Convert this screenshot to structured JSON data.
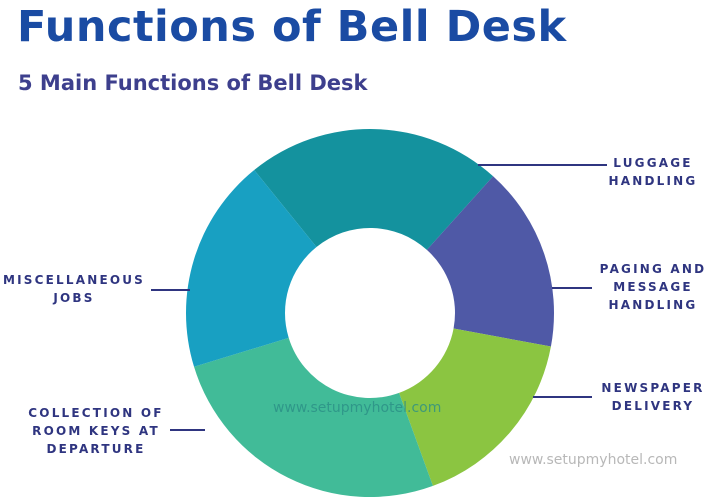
{
  "header": {
    "title": "Functions of Bell Desk",
    "subtitle": "5 Main Functions of Bell Desk"
  },
  "diagram": {
    "type": "donut",
    "segments": [
      {
        "id": "luggage",
        "lines": [
          "LUGGAGE",
          "HANDLING"
        ],
        "start_deg": 321,
        "end_deg": 402,
        "color": "#14929e"
      },
      {
        "id": "paging",
        "lines": [
          "PAGING AND",
          "MESSAGE",
          "HANDLING"
        ],
        "start_deg": 42,
        "end_deg": 100.5,
        "color": "#4f59a6"
      },
      {
        "id": "newspaper",
        "lines": [
          "NEWSPAPER",
          "DELIVERY"
        ],
        "start_deg": 100.5,
        "end_deg": 160,
        "color": "#8bc541"
      },
      {
        "id": "keys",
        "lines": [
          "COLLECTION OF",
          "ROOM KEYS AT",
          "DEPARTURE"
        ],
        "start_deg": 160,
        "end_deg": 253,
        "color": "#41bb98"
      },
      {
        "id": "misc",
        "lines": [
          "MISCELLANEOUS",
          "JOBS"
        ],
        "start_deg": 253,
        "end_deg": 321,
        "color": "#18a0c2"
      }
    ],
    "line_color": "#2f3580"
  },
  "watermarks": {
    "center": "www.setupmyhotel.com",
    "corner": "www.setupmyhotel.com"
  }
}
